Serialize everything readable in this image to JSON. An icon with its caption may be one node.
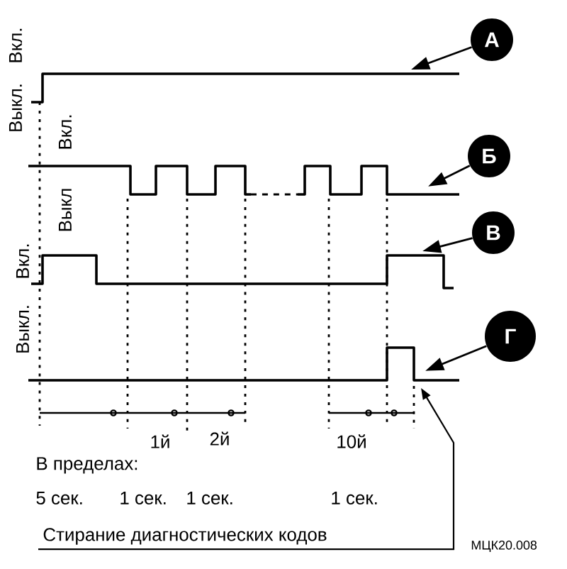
{
  "diagram": {
    "nodes": [
      {
        "text": [
          "А"
        ]
      },
      {
        "text": [
          "Б"
        ]
      },
      {
        "text": [
          "В"
        ]
      },
      {
        "text": [
          "Г"
        ]
      },
      {
        "text": [
          "Стирание диагностических кодов"
        ]
      },
      {
        "text": [],
        "shape": "waveform"
      },
      {
        "text": [],
        "shape": "waveform"
      },
      {
        "text": [],
        "shape": "waveform"
      },
      {
        "text": [],
        "shape": "waveform"
      }
    ],
    "edges": [
      {
        "from": 0,
        "to": 5,
        "arrow": "to"
      },
      {
        "from": 1,
        "to": 6,
        "arrow": "to"
      },
      {
        "from": 2,
        "to": 7,
        "arrow": "to"
      },
      {
        "from": 3,
        "to": 8,
        "arrow": "to"
      },
      {
        "from": 4,
        "to": 8,
        "arrow": "to"
      }
    ],
    "labels": [
      "Вкл.",
      "Выкл.",
      "Вкл.",
      "Выкл",
      "Вкл.",
      "Выкл.",
      "1й",
      "2й",
      "10й",
      "В пределах:",
      "5 сек.",
      "1 сек.",
      "1 сек.",
      "1 сек.",
      "МЦК20.008"
    ]
  }
}
